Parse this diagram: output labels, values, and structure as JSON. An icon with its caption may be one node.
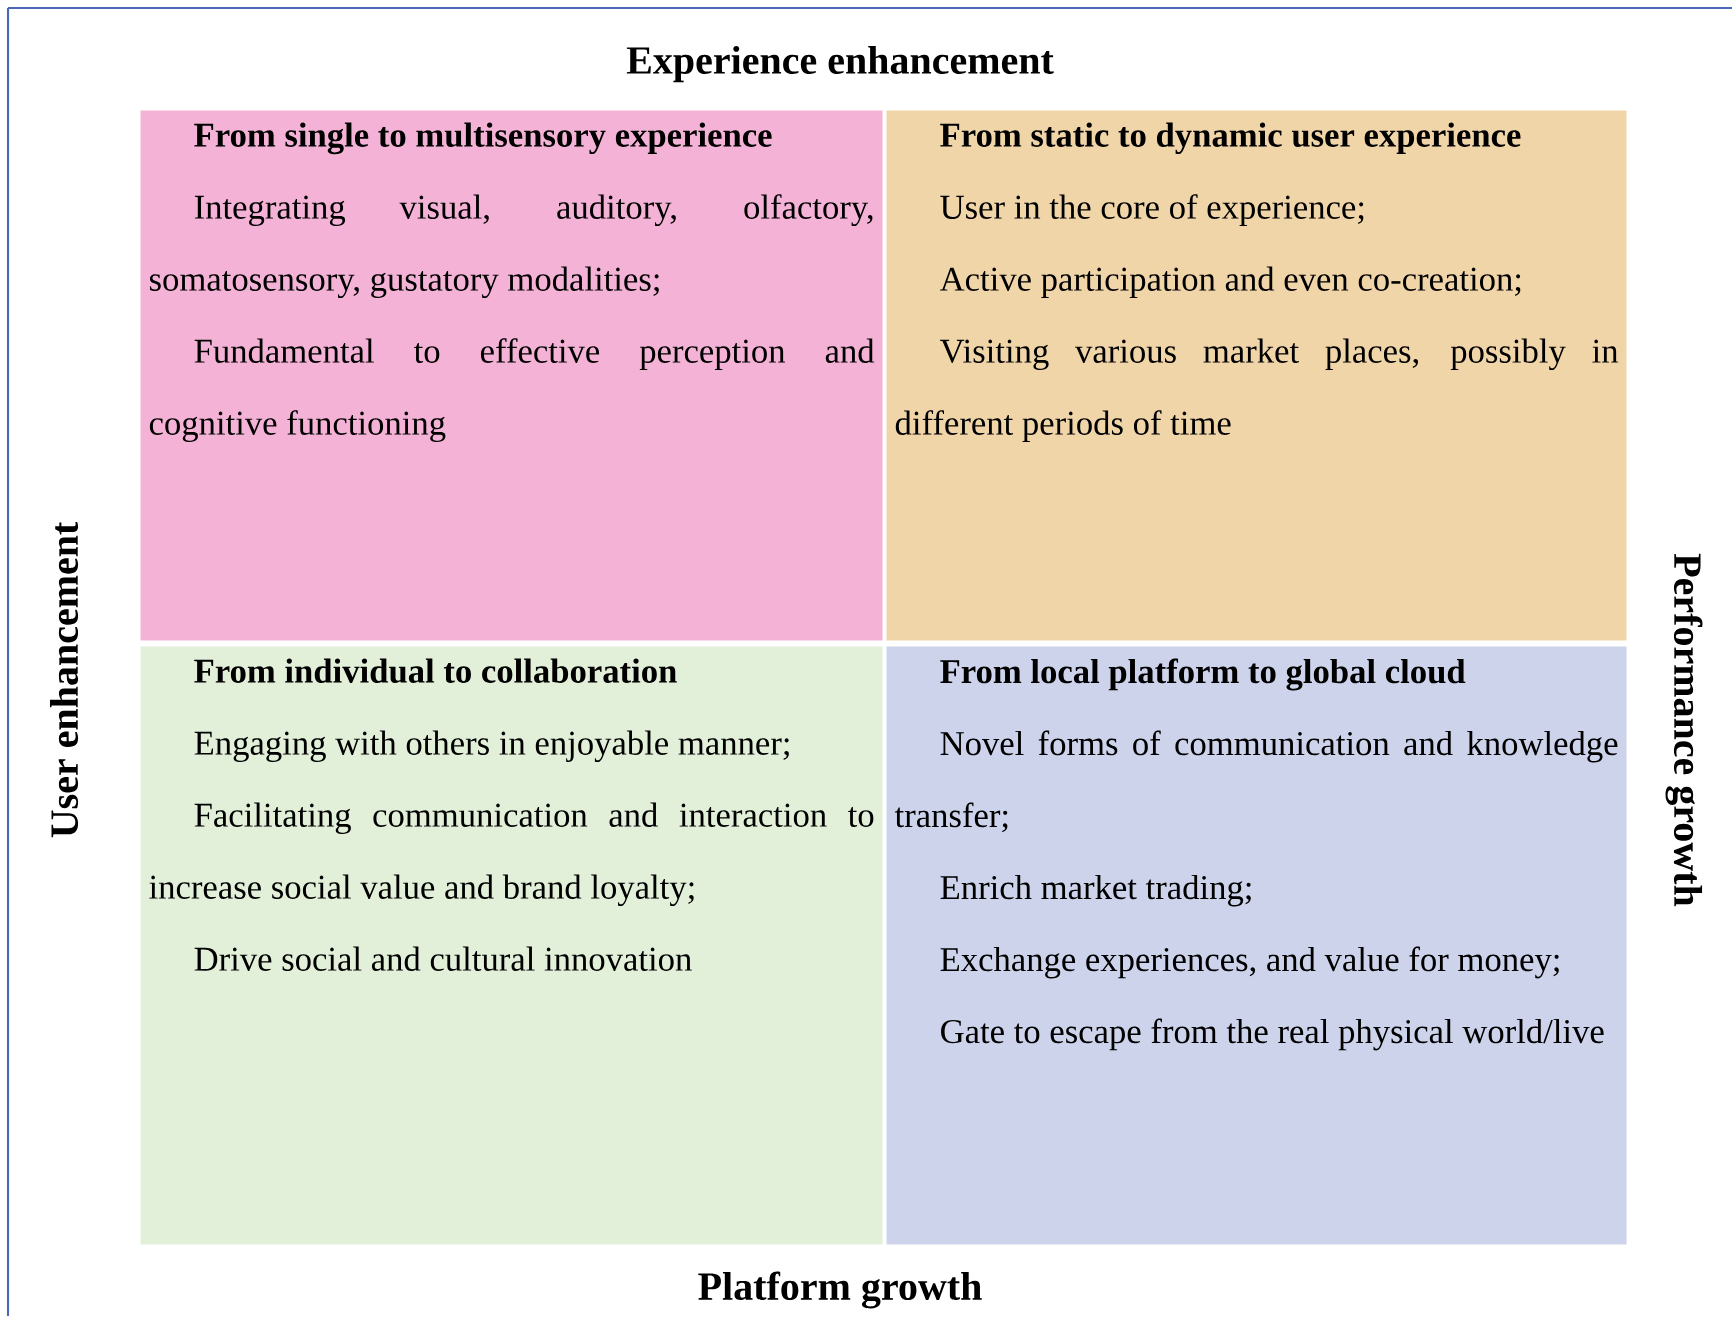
{
  "diagram": {
    "nodes": [
      {
        "text": [
          "From single to multisensory experience",
          "Integrating visual, auditory, olfactory, somatosensory, gustatory modalities;",
          "Fundamental to effective perception and cognitive functioning"
        ]
      },
      {
        "text": [
          "From static to dynamic user experience",
          "User in the core of experience;",
          "Active participation and even co-creation;",
          "Visiting various market places, possibly in different periods of time"
        ]
      },
      {
        "text": [
          "From individual to collaboration",
          "Engaging with others in enjoyable manner;",
          "Facilitating communication and interaction to increase social value and brand loyalty;",
          "Drive social and cultural innovation"
        ]
      },
      {
        "text": [
          "From local platform to global cloud",
          "Novel forms of communication and knowledge transfer;",
          "Enrich market trading;",
          "Exchange experiences, and value for money;",
          "Gate to escape from the real physical world/live"
        ]
      }
    ],
    "labels": [
      "Experience enhancement",
      "User enhancement",
      "Performance growth",
      "Platform growth"
    ]
  }
}
